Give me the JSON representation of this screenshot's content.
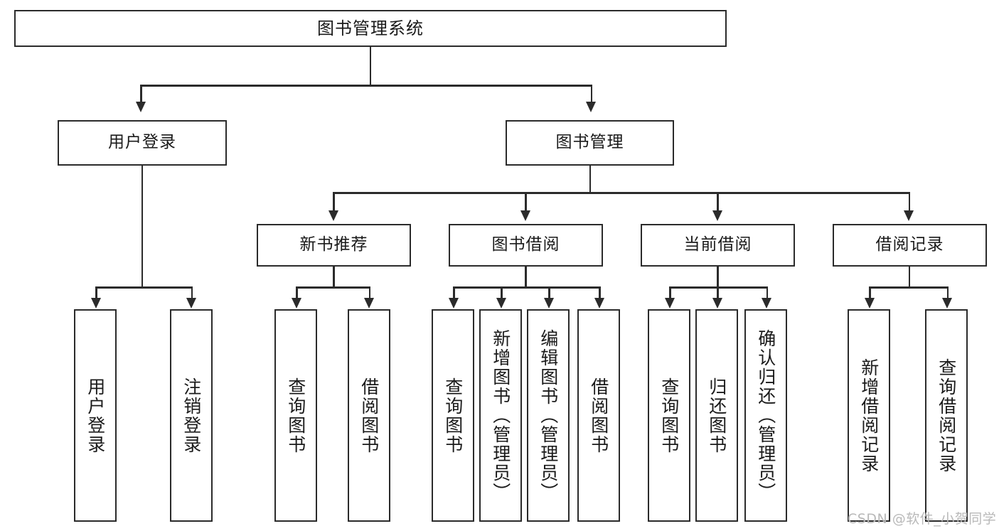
{
  "diagram": {
    "type": "tree-hierarchy-chart",
    "root": {
      "label": "图书管理系统"
    },
    "level2": [
      {
        "label": "用户登录"
      },
      {
        "label": "图书管理"
      }
    ],
    "level3": [
      {
        "label": "新书推荐"
      },
      {
        "label": "图书借阅"
      },
      {
        "label": "当前借阅"
      },
      {
        "label": "借阅记录"
      }
    ],
    "leaves": {
      "user_login": [
        {
          "label": "用户登录"
        },
        {
          "label": "注销登录"
        }
      ],
      "new_book_recommend": [
        {
          "label": "查询图书"
        },
        {
          "label": "借阅图书"
        }
      ],
      "book_borrow": [
        {
          "label": "查询图书"
        },
        {
          "label": "新增图书（管理员）"
        },
        {
          "label": "编辑图书（管理员）"
        },
        {
          "label": "借阅图书"
        }
      ],
      "current_borrow": [
        {
          "label": "查询图书"
        },
        {
          "label": "归还图书"
        },
        {
          "label": "确认归还（管理员）"
        }
      ],
      "borrow_record": [
        {
          "label": "新增借阅记录"
        },
        {
          "label": "查询借阅记录"
        }
      ]
    }
  },
  "watermark": {
    "text": "CSDN @软件_小贺同学"
  },
  "colors": {
    "stroke": "#2b2b2b",
    "fill": "#ffffff",
    "text": "#1a1a1a",
    "watermark": "#b9b9b9"
  }
}
